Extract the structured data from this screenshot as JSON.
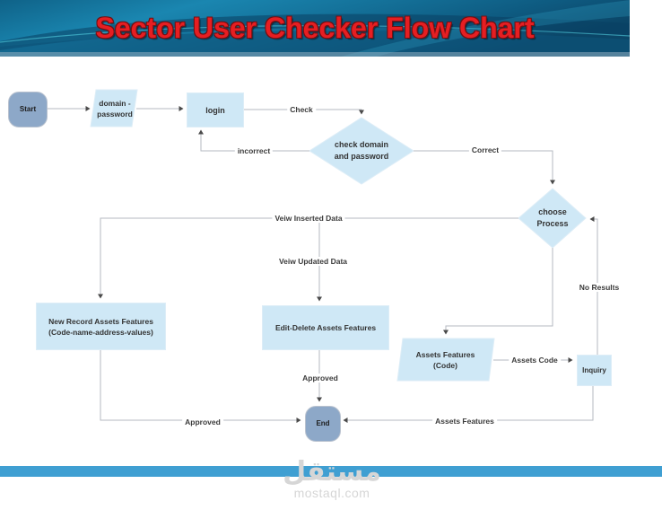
{
  "header": {
    "title": "Sector User Checker Flow Chart"
  },
  "nodes": {
    "start": "Start",
    "domain_password": "domain -\npassword",
    "login": "login",
    "check_domain": "check domain\nand password",
    "choose_process": "choose\nProcess",
    "new_record": "New Record Assets Features\n(Code-name-address-values)",
    "edit_delete": "Edit-Delete Assets Features",
    "assets_features_code": "Assets Features\n(Code)",
    "inquiry": "Inquiry",
    "end": "End"
  },
  "edge_labels": {
    "check": "Check",
    "incorrect": "incorrect",
    "correct": "Correct",
    "view_inserted": "Veiw Inserted Data",
    "view_updated": "Veiw Updated Data",
    "no_results": "No Results",
    "assets_code": "Assets Code",
    "assets_features": "Assets Features",
    "approved_left": "Approved",
    "approved_middle": "Approved"
  },
  "watermark": {
    "logo_text": "مستقل",
    "site": "mostaql.com"
  },
  "colors": {
    "title_red": "#e61e22",
    "banner_teal": "#1a86b0",
    "banner_dark": "#0b4668",
    "process_fill": "#cfe8f6",
    "process_border": "#ddedf7",
    "terminator_fill": "#8da8c8",
    "terminator_border": "#b9c2cf",
    "connector": "#b4bac2",
    "arrow": "#4a4a4a",
    "label_text": "#3b3b3b",
    "bottom_bar": "#3f9fd2",
    "watermark_gray": "#d6d6d6"
  }
}
